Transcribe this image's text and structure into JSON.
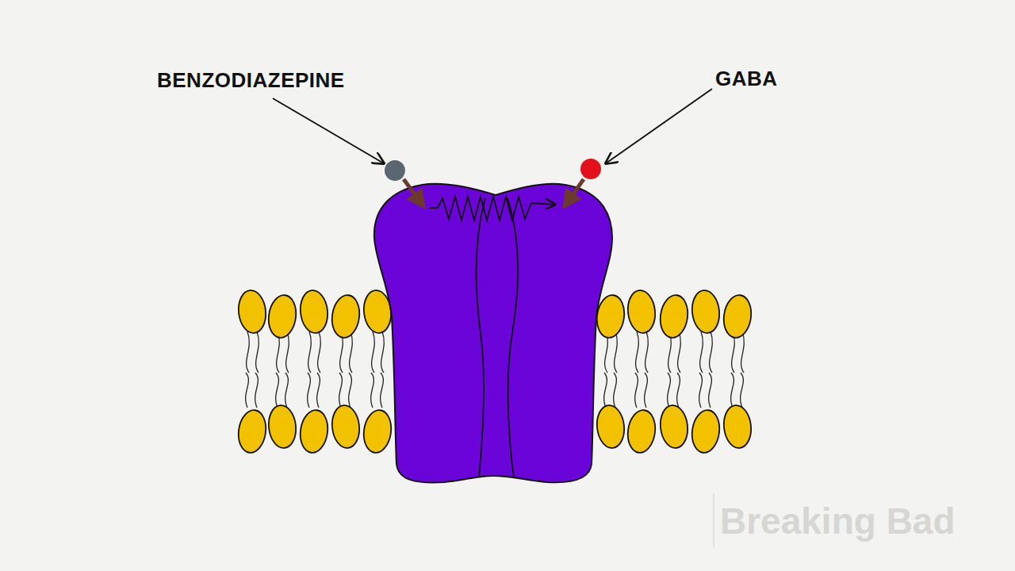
{
  "diagram": {
    "labels": [
      "BENZODIAZEPINE",
      "GABA",
      "Breaking Bad"
    ]
  }
}
